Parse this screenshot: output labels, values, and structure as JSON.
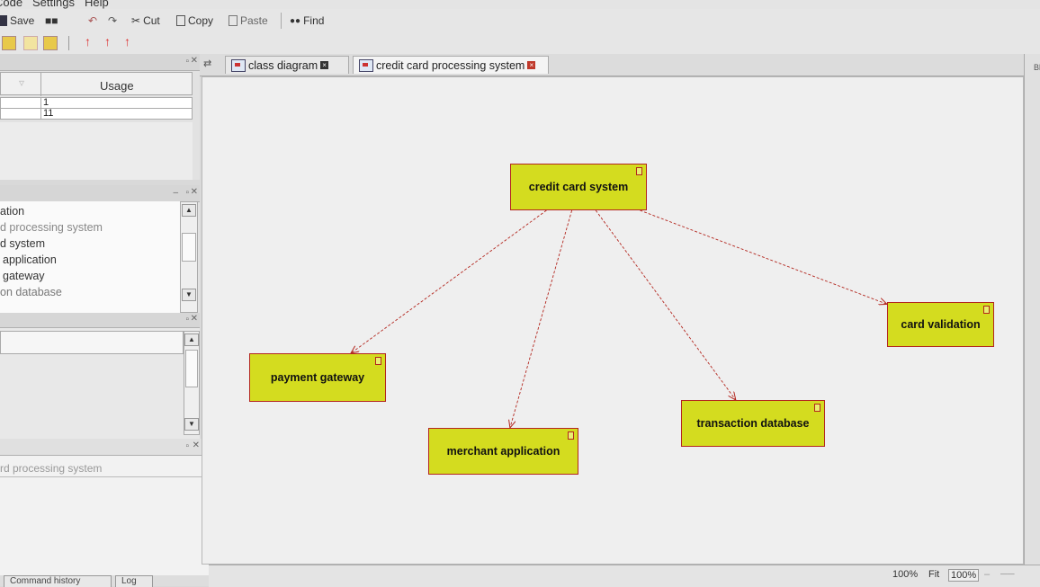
{
  "menu": {
    "items": [
      "Code",
      "Settings",
      "Help"
    ]
  },
  "toolbar": {
    "save_label": "Save",
    "cut_label": "Cut",
    "copy_label": "Copy",
    "paste_label": "Paste",
    "find_label": "Find"
  },
  "usage_panel": {
    "column_header": "Usage",
    "rows": [
      "1",
      "11"
    ]
  },
  "model_panel": {
    "items": [
      "ation",
      "d processing system",
      "d system",
      "application",
      "gateway",
      "on database"
    ]
  },
  "doc_panel": {
    "text": "rd processing system"
  },
  "tabs": [
    {
      "label": "class diagram",
      "icon": "class-diagram-icon"
    },
    {
      "label": "credit card processing system",
      "icon": "component-diagram-icon"
    }
  ],
  "right_edge_label": "Bl",
  "diagram": {
    "components": [
      {
        "id": "credit-card-system",
        "label": "credit card system"
      },
      {
        "id": "payment-gateway",
        "label": "payment gateway"
      },
      {
        "id": "merchant-application",
        "label": "merchant application"
      },
      {
        "id": "transaction-database",
        "label": "transaction database"
      },
      {
        "id": "card-validation",
        "label": "card validation"
      }
    ],
    "dependencies": [
      {
        "from": "credit-card-system",
        "to": "payment-gateway"
      },
      {
        "from": "credit-card-system",
        "to": "merchant-application"
      },
      {
        "from": "credit-card-system",
        "to": "transaction-database"
      },
      {
        "from": "credit-card-system",
        "to": "card-validation"
      }
    ],
    "colors": {
      "component_fill": "#d4dc1f",
      "component_border": "#b3261e",
      "dependency_line": "#b3261e"
    }
  },
  "status": {
    "zoom_left": "100%",
    "fit_label": "Fit",
    "zoom_right": "100%"
  },
  "bottom_tabs": [
    "Command history",
    "Log"
  ]
}
